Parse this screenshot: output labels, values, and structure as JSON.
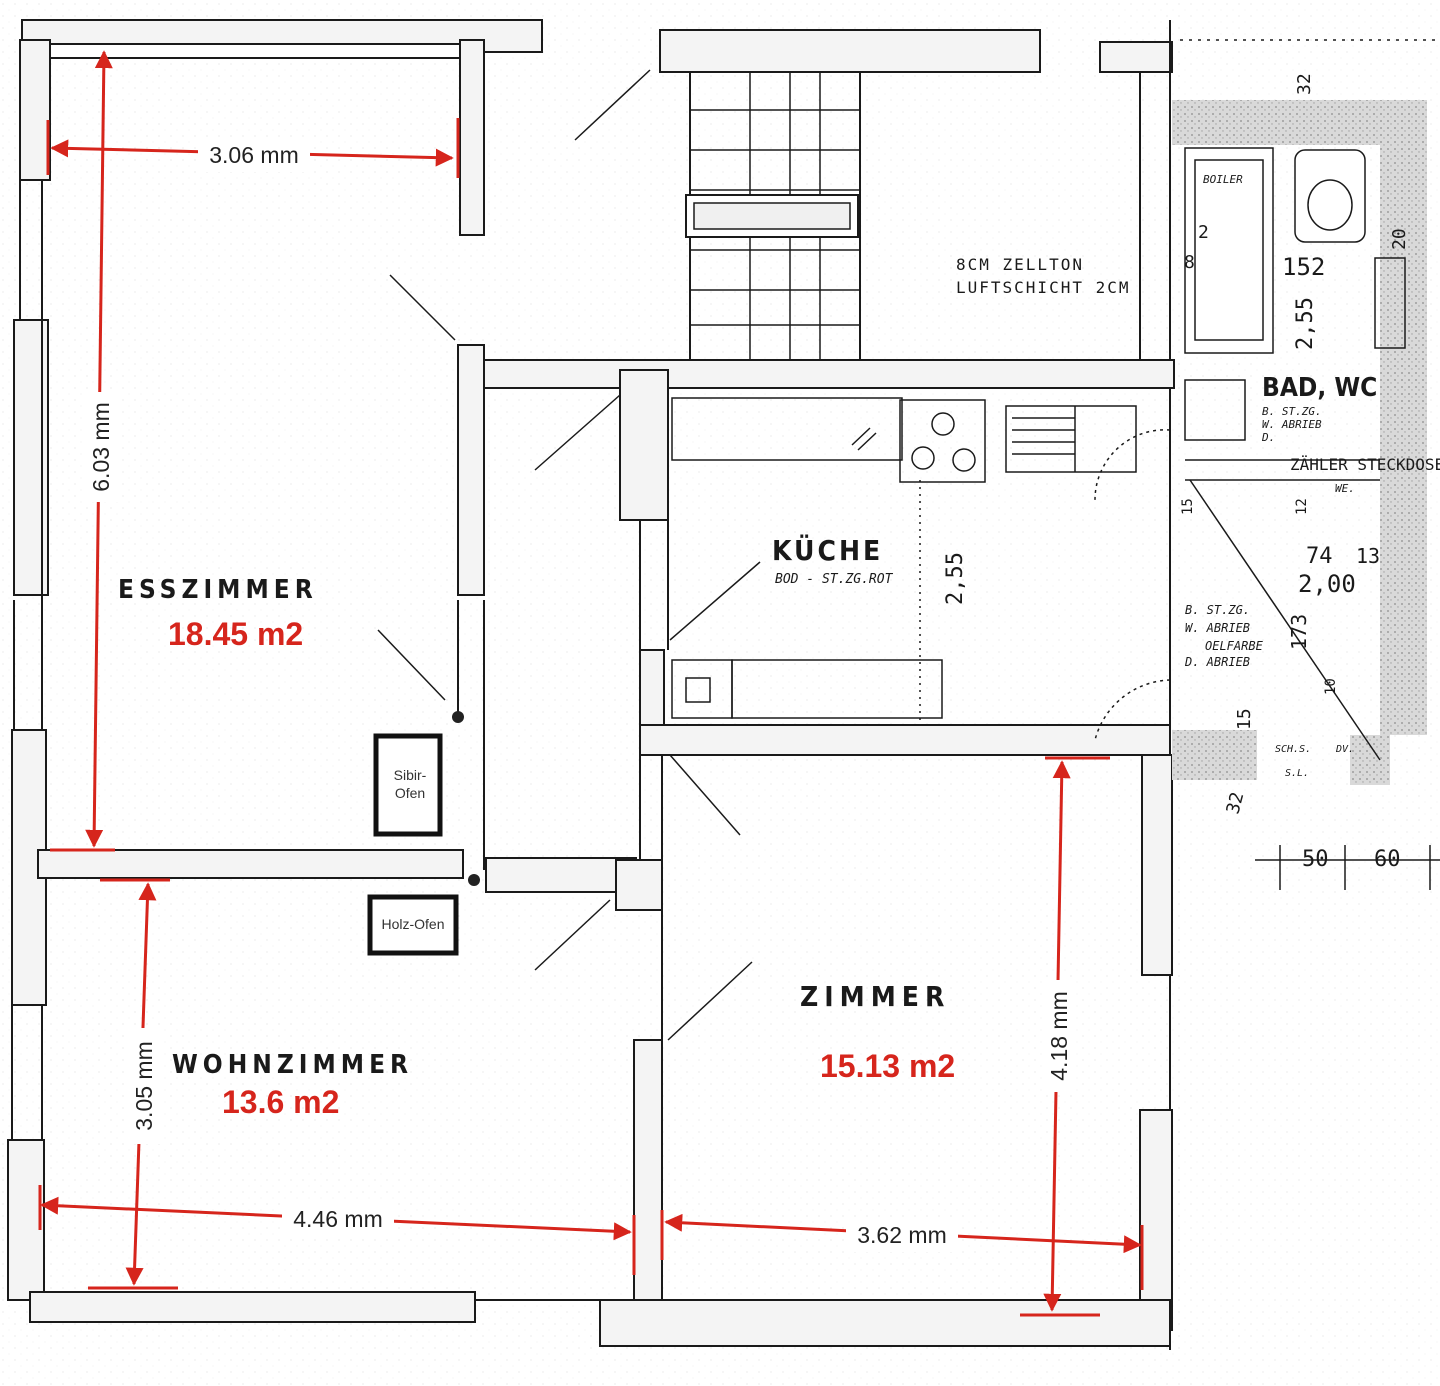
{
  "rooms": {
    "esszimmer": {
      "name": "ESSZIMMER",
      "area": "18.45 m2"
    },
    "wohnzimmer": {
      "name": "WOHNZIMMER",
      "area": "13.6 m2"
    },
    "zimmer": {
      "name": "ZIMMER",
      "area": "15.13 m2"
    },
    "kueche": {
      "name": "KÜCHE",
      "note": "BOD - ST.ZG.ROT"
    },
    "bad_wc": {
      "name": "BAD, WC"
    }
  },
  "dimensions": {
    "ess_width": "3.06 mm",
    "ess_height": "6.03 mm",
    "wohn_height": "3.05 mm",
    "wohn_width": "4.46 mm",
    "zim_width": "3.62 mm",
    "zim_height": "4.18 mm"
  },
  "appliances": {
    "sibir_ofen_line1": "Sibir-",
    "sibir_ofen_line2": "Ofen",
    "holz_ofen": "Holz-Ofen"
  },
  "annotations": {
    "zellton_1": "8CM ZELLTON",
    "zellton_2": "LUFTSCHICHT 2CM",
    "bad_note_1": "B. ST.ZG.",
    "bad_note_2": "W. ABRIEB",
    "bad_note_3": "D.",
    "zaehler": "ZÄHLER STECKDOSE",
    "flur_note_1": "B. ST.ZG.",
    "flur_note_2": "W. ABRIEB",
    "flur_note_3": "OELFARBE",
    "flur_note_4": "D. ABRIEB",
    "boiler": "BOILER",
    "kueche_255": "2,55",
    "bad_255": "2,55",
    "bad_152": "152",
    "bad_32_top": "32",
    "bad_20": "20",
    "num_74": "74",
    "num_13": "13",
    "num_200": "2,00",
    "num_173": "173",
    "num_15a": "15",
    "num_12": "12",
    "num_10": "10",
    "num_15b": "15",
    "num_32_bottom": "32",
    "num_50": "50",
    "num_60": "60",
    "num_2": "2",
    "num_8": "8",
    "sch": "SCH.S.",
    "dv": "DV.",
    "sl": "S.L.",
    "we": "WE."
  },
  "colors": {
    "arrow": "#d6251c",
    "area_text": "#d6251c",
    "ink": "#1a1a1a",
    "hatch": "#8a8a8a"
  }
}
